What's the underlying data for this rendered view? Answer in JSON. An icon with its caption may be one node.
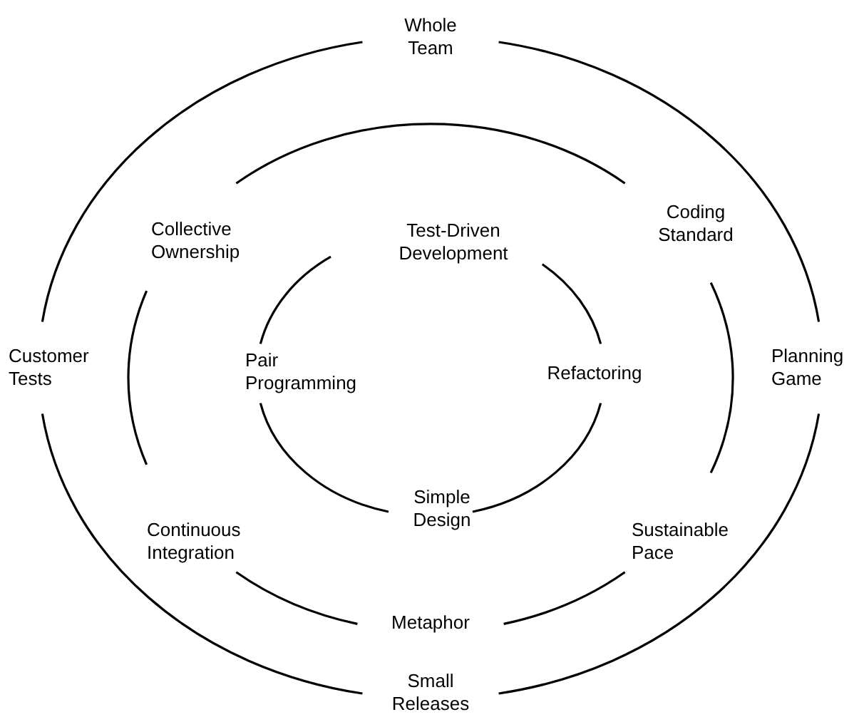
{
  "diagram": {
    "nodes": [
      {
        "text": [
          "Whole Team"
        ]
      },
      {
        "text": [
          "Planning Game"
        ]
      },
      {
        "text": [
          "Small Releases"
        ]
      },
      {
        "text": [
          "Customer Tests"
        ]
      },
      {
        "text": [
          "Collective Ownership"
        ]
      },
      {
        "text": [
          "Coding Standard"
        ]
      },
      {
        "text": [
          "Sustainable Pace"
        ]
      },
      {
        "text": [
          "Metaphor"
        ]
      },
      {
        "text": [
          "Continuous Integration"
        ]
      },
      {
        "text": [
          "Test-Driven Development"
        ]
      },
      {
        "text": [
          "Refactoring"
        ]
      },
      {
        "text": [
          "Simple Design"
        ]
      },
      {
        "text": [
          "Pair Programming"
        ]
      }
    ],
    "edges": [
      {
        "from": 0,
        "to": 1,
        "arrow": "none"
      },
      {
        "from": 1,
        "to": 2,
        "arrow": "none"
      },
      {
        "from": 2,
        "to": 3,
        "arrow": "none"
      },
      {
        "from": 3,
        "to": 0,
        "arrow": "none"
      },
      {
        "from": 4,
        "to": 5,
        "arrow": "none"
      },
      {
        "from": 5,
        "to": 6,
        "arrow": "none"
      },
      {
        "from": 6,
        "to": 7,
        "arrow": "none"
      },
      {
        "from": 7,
        "to": 8,
        "arrow": "none"
      },
      {
        "from": 8,
        "to": 4,
        "arrow": "none"
      },
      {
        "from": 9,
        "to": 10,
        "arrow": "none"
      },
      {
        "from": 10,
        "to": 11,
        "arrow": "none"
      },
      {
        "from": 11,
        "to": 12,
        "arrow": "none"
      },
      {
        "from": 12,
        "to": 9,
        "arrow": "none"
      }
    ]
  }
}
